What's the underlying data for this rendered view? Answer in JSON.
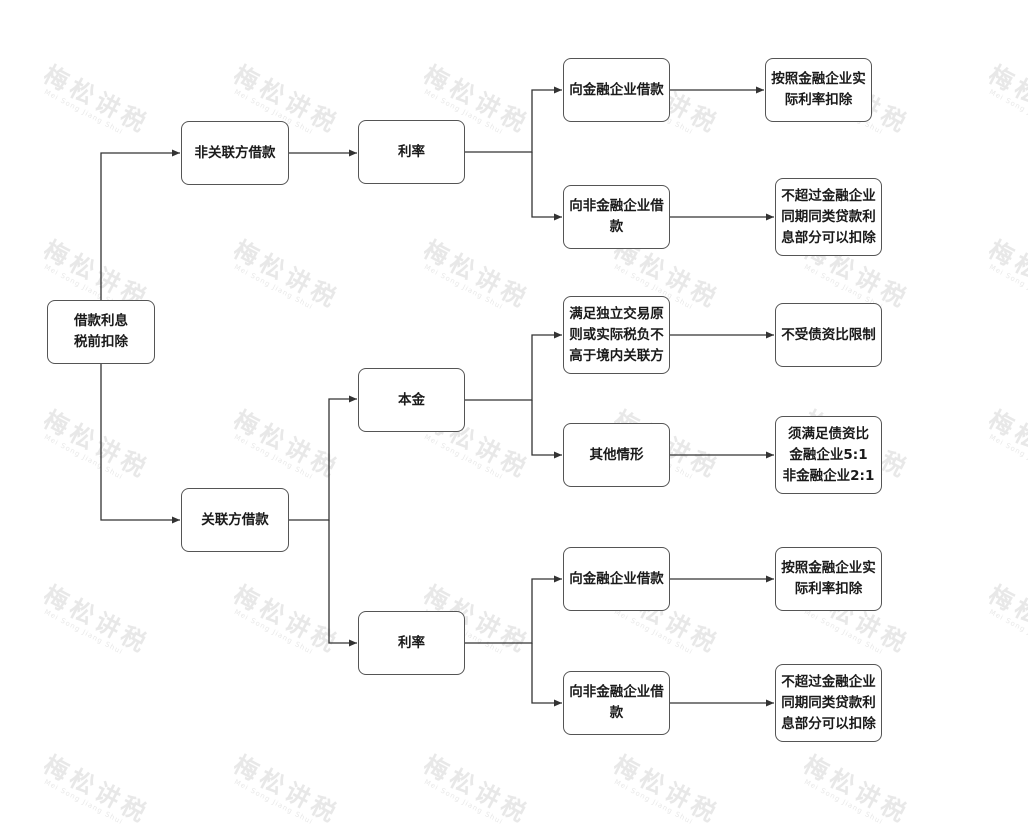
{
  "watermark": {
    "text": "梅松讲税",
    "subtext": "Mei Song Jiang Shui"
  },
  "colors": {
    "line": "#333333",
    "border": "#555555",
    "text": "#1a1a1a",
    "watermark": "#d9d9d9"
  },
  "nodes": {
    "root": "借款利息\n税前扣除",
    "non_related": "非关联方借款",
    "related": "关联方借款",
    "nr_rate": "利率",
    "nr_fin": "向金融企业借款",
    "nr_nonfin": "向非金融企业借\n款",
    "nr_fin_result": "按照金融企业实\n际利率扣除",
    "nr_nonfin_result": "不超过金融企业\n同期同类贷款利\n息部分可以扣除",
    "rel_principal": "本金",
    "rel_arm": "满足独立交易原\n则或实际税负不\n高于境内关联方",
    "rel_other": "其他情形",
    "rel_arm_result": "不受债资比限制",
    "rel_other_result": "须满足债资比\n金融企业5:1\n非金融企业2:1",
    "rel_rate": "利率",
    "rel_fin": "向金融企业借款",
    "rel_nonfin": "向非金融企业借\n款",
    "rel_fin_result": "按照金融企业实\n际利率扣除",
    "rel_nonfin_result": "不超过金融企业\n同期同类贷款利\n息部分可以扣除"
  }
}
